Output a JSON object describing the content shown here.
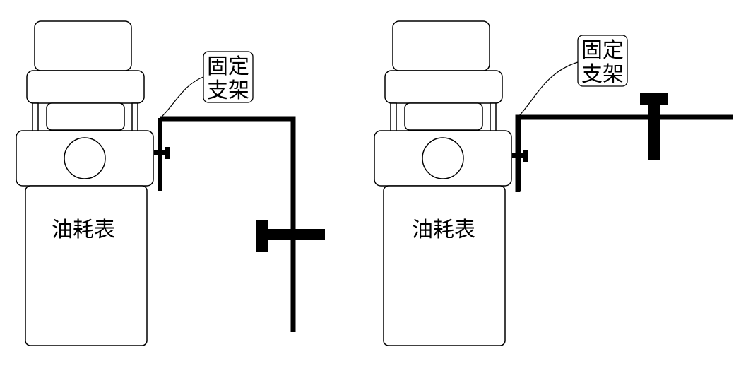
{
  "diagrams": [
    {
      "meter_label": "油耗表",
      "bracket_label_line1": "固定",
      "bracket_label_line2": "支架"
    },
    {
      "meter_label": "油耗表",
      "bracket_label_line1": "固定",
      "bracket_label_line2": "支架"
    }
  ],
  "colors": {
    "stroke": "#000000",
    "fill": "#ffffff",
    "bracket": "#000000"
  }
}
